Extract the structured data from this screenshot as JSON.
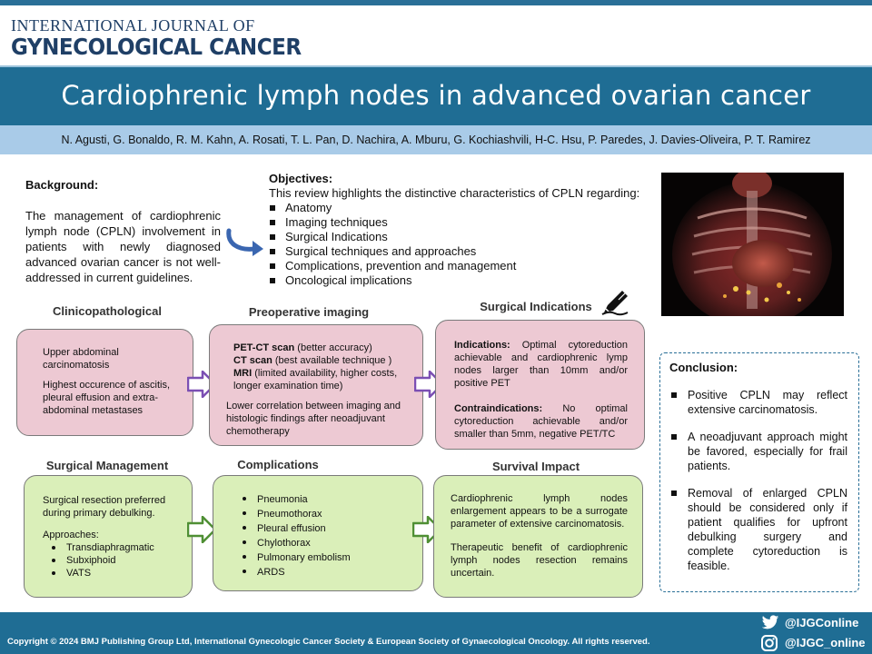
{
  "journal": {
    "name_small": "INTERNATIONAL JOURNAL OF",
    "name_big": "GYNECOLOGICAL CANCER"
  },
  "title": "Cardiophrenic lymph nodes in advanced ovarian cancer",
  "authors": "N. Agusti, G. Bonaldo, R. M. Kahn, A. Rosati, T. L. Pan, D. Nachira, A. Mburu, G. Kochiashvili, H-C. Hsu, P. Paredes, J. Davies-Oliveira, P. T. Ramirez",
  "background": {
    "heading": "Background:",
    "text": "The management of cardiophrenic lymph node (CPLN) involvement in patients with newly diagnosed advanced ovarian cancer  is not well-addressed in current guidelines."
  },
  "objectives": {
    "heading": "Objectives:",
    "intro": "This review highlights the distinctive characteristics of CPLN regarding:",
    "items": [
      "Anatomy",
      "Imaging techniques",
      "Surgical Indications",
      "Surgical techniques and approaches",
      "Complications, prevention and management",
      "Oncological implications"
    ]
  },
  "clinicopathological": {
    "title": "Clinicopathological",
    "p1": "Upper abdominal carcinomatosis",
    "p2": "Highest occurence of ascitis, pleural effusion and extra-abdominal metastases"
  },
  "imaging": {
    "title": "Preoperative imaging",
    "line1_bold": "PET-CT scan",
    "line1_rest": " (better accuracy)",
    "line2_bold": "CT scan",
    "line2_rest": " (best available technique )",
    "line3_bold": "MRI",
    "line3_rest": " (limited availability, higher costs, longer examination time)",
    "note": "Lower correlation between imaging and histologic findings after neoadjuvant chemotherapy"
  },
  "indications": {
    "title": "Surgical Indications",
    "ind_label": "Indications:",
    "ind_text": " Optimal cytoreduction achievable and cardiophrenic lymp nodes larger than 10mm and/or positive PET",
    "contra_label": "Contraindications:",
    "contra_text": " No optimal cytoreduction achievable and/or smaller than 5mm, negative PET/TC"
  },
  "management": {
    "title": "Surgical Management",
    "p1": "Surgical resection preferred during primary debulking.",
    "approaches_label": "Approaches:",
    "approaches": [
      "Transdiaphragmatic",
      "Subxiphoid",
      "VATS"
    ]
  },
  "complications": {
    "title": "Complications",
    "items": [
      "Pneumonia",
      "Pneumothorax",
      "Pleural effusion",
      "Chylothorax",
      "Pulmonary embolism",
      "ARDS"
    ]
  },
  "survival": {
    "title": "Survival Impact",
    "p1": "Cardiophrenic lymph nodes enlargement appears to be a surrogate parameter of extensive carcinomatosis.",
    "p2": "Therapeutic benefit of cardiophrenic lymph nodes resection remains uncertain."
  },
  "conclusion": {
    "heading": "Conclusion:",
    "items": [
      "Positive CPLN may reflect extensive carcinomatosis.",
      "A neoadjuvant approach might be favored, especially for frail patients.",
      "Removal of enlarged CPLN should be considered only if patient qualifies for upfront debulking surgery and complete cytoreduction is feasible."
    ]
  },
  "footer": {
    "copyright": "Copyright © 2024 BMJ Publishing Group Ltd, International Gynecologic Cancer Society & European Society of Gynaecological Oncology. All rights reserved.",
    "twitter": "@IJGConline",
    "instagram": "@IJGC_online"
  },
  "colors": {
    "brand_blue": "#1f6d94",
    "author_band": "#a9cbe8",
    "pink_box": "#edc9d3",
    "green_box": "#daefb9",
    "arrow_purple": "#7b4fb3",
    "arrow_green": "#4f8f34"
  },
  "icons": [
    "curved-arrow-icon",
    "pen-writing-icon",
    "twitter-icon",
    "instagram-icon"
  ]
}
